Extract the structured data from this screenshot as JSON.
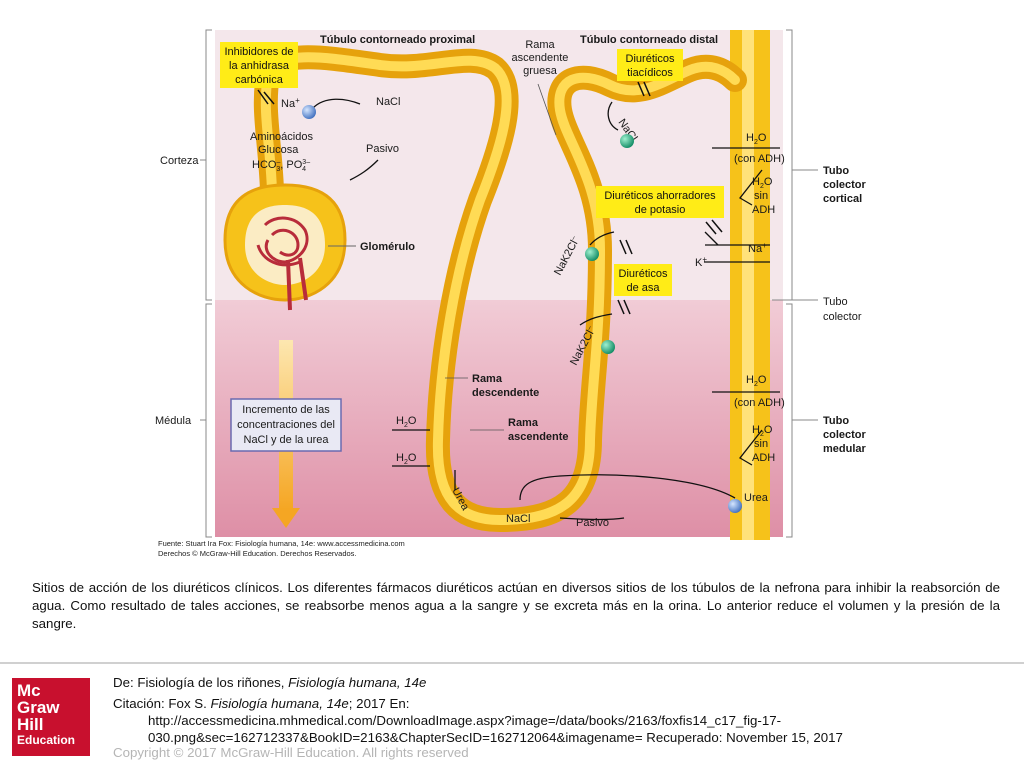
{
  "figure": {
    "top_labels": {
      "proximal": "Túbulo contorneado proximal",
      "thick_limb": [
        "Rama",
        "ascendente",
        "gruesa"
      ],
      "distal": "Túbulo contorneado distal"
    },
    "left_labels": {
      "cortex": "Corteza",
      "medulla": "Médula"
    },
    "right_labels": {
      "cortical_duct": [
        "Tubo",
        "colector",
        "cortical"
      ],
      "collecting_duct": [
        "Tubo",
        "colector"
      ],
      "medullary_duct": [
        "Tubo",
        "colector",
        "medular"
      ]
    },
    "drug_boxes": {
      "carbonic": [
        "Inhibidores de",
        "la anhidrasa",
        "carbónica"
      ],
      "thiazide": [
        "Diuréticos",
        "tiacídicos"
      ],
      "potassium_sparing": [
        "Diuréticos ahorradores",
        "de potasio"
      ],
      "loop": [
        "Diuréticos",
        "de asa"
      ]
    },
    "gradient_box": [
      "Incremento de las",
      "concentraciones del",
      "NaCl y de la urea"
    ],
    "inner": {
      "na": "Na",
      "nacl_top": "NaCl",
      "pasivo_top": "Pasivo",
      "reabsorbed": [
        "Aminoácidos",
        "Glucosa",
        "HCO",
        "PO"
      ],
      "glomerulo": "Glomérulo",
      "nacl_distal": "NaCl",
      "nak2cl": "NaK2Cl",
      "h2o": "H",
      "con_adh": "(con ADH)",
      "sin": "sin",
      "adh": "ADH",
      "na_duct": "Na",
      "k_duct": "K",
      "rama_desc": [
        "Rama",
        "descendente"
      ],
      "rama_asc": [
        "Rama",
        "ascendente"
      ],
      "urea": "Urea",
      "nacl_bottom": "NaCl",
      "pasivo_bottom": "Pasivo",
      "urea_duct": "Urea"
    },
    "source": [
      "Fuente: Stuart Ira Fox: Fisiología humana, 14e: www.accessmedicina.com",
      "Derechos © McGraw-Hill Education. Derechos Reservados."
    ],
    "colors": {
      "cortex": "#f3e6ea",
      "medulla": "#e6a3b6",
      "tubule": "#f6c21a",
      "tubule_light": "#ffe066",
      "drug_box": "#ffec17",
      "ion_green": "#1aa37a",
      "ion_blue": "#5b8fd6",
      "arrow_orange": "#f7b733"
    }
  },
  "caption": "Sitios de acción de los diuréticos clínicos. Los diferentes fármacos diuréticos actúan en diversos sitios de los túbulos de la nefrona para inhibir la reabsorción de agua. Como resultado de tales acciones, se reabsorbe menos agua a la sangre y se excreta más en la orina. Lo anterior reduce el volumen y la presión de la sangre.",
  "logo": {
    "line1": "Mc",
    "line2": "Graw",
    "line3": "Hill",
    "line4": "Education"
  },
  "reference": {
    "de_prefix": "De: Fisiología de los riñones, ",
    "de_title": "Fisiología humana, 14e",
    "cit_prefix": "Citación: Fox S. ",
    "cit_title": "Fisiología humana, 14e",
    "cit_suffix": "; 2017 En:",
    "url_line1": "http://accessmedicina.mhmedical.com/DownloadImage.aspx?image=/data/books/2163/foxfis14_c17_fig-17-",
    "url_line2": "030.png&sec=162712337&BookID=2163&ChapterSecID=162712064&imagename= Recuperado: November 15, 2017"
  },
  "copyright": "Copyright © 2017 McGraw-Hill Education. All rights reserved"
}
